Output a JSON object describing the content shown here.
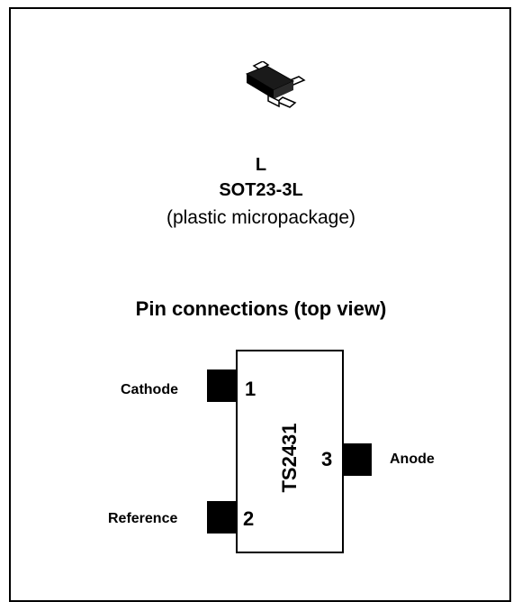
{
  "package": {
    "letter": "L",
    "name": "SOT23-3L",
    "description": "(plastic micropackage)"
  },
  "pin_section": {
    "title": "Pin connections (top view)",
    "chip_name": "TS2431",
    "pins": [
      {
        "number": "1",
        "label": "Cathode"
      },
      {
        "number": "2",
        "label": "Reference"
      },
      {
        "number": "3",
        "label": "Anode"
      }
    ]
  }
}
